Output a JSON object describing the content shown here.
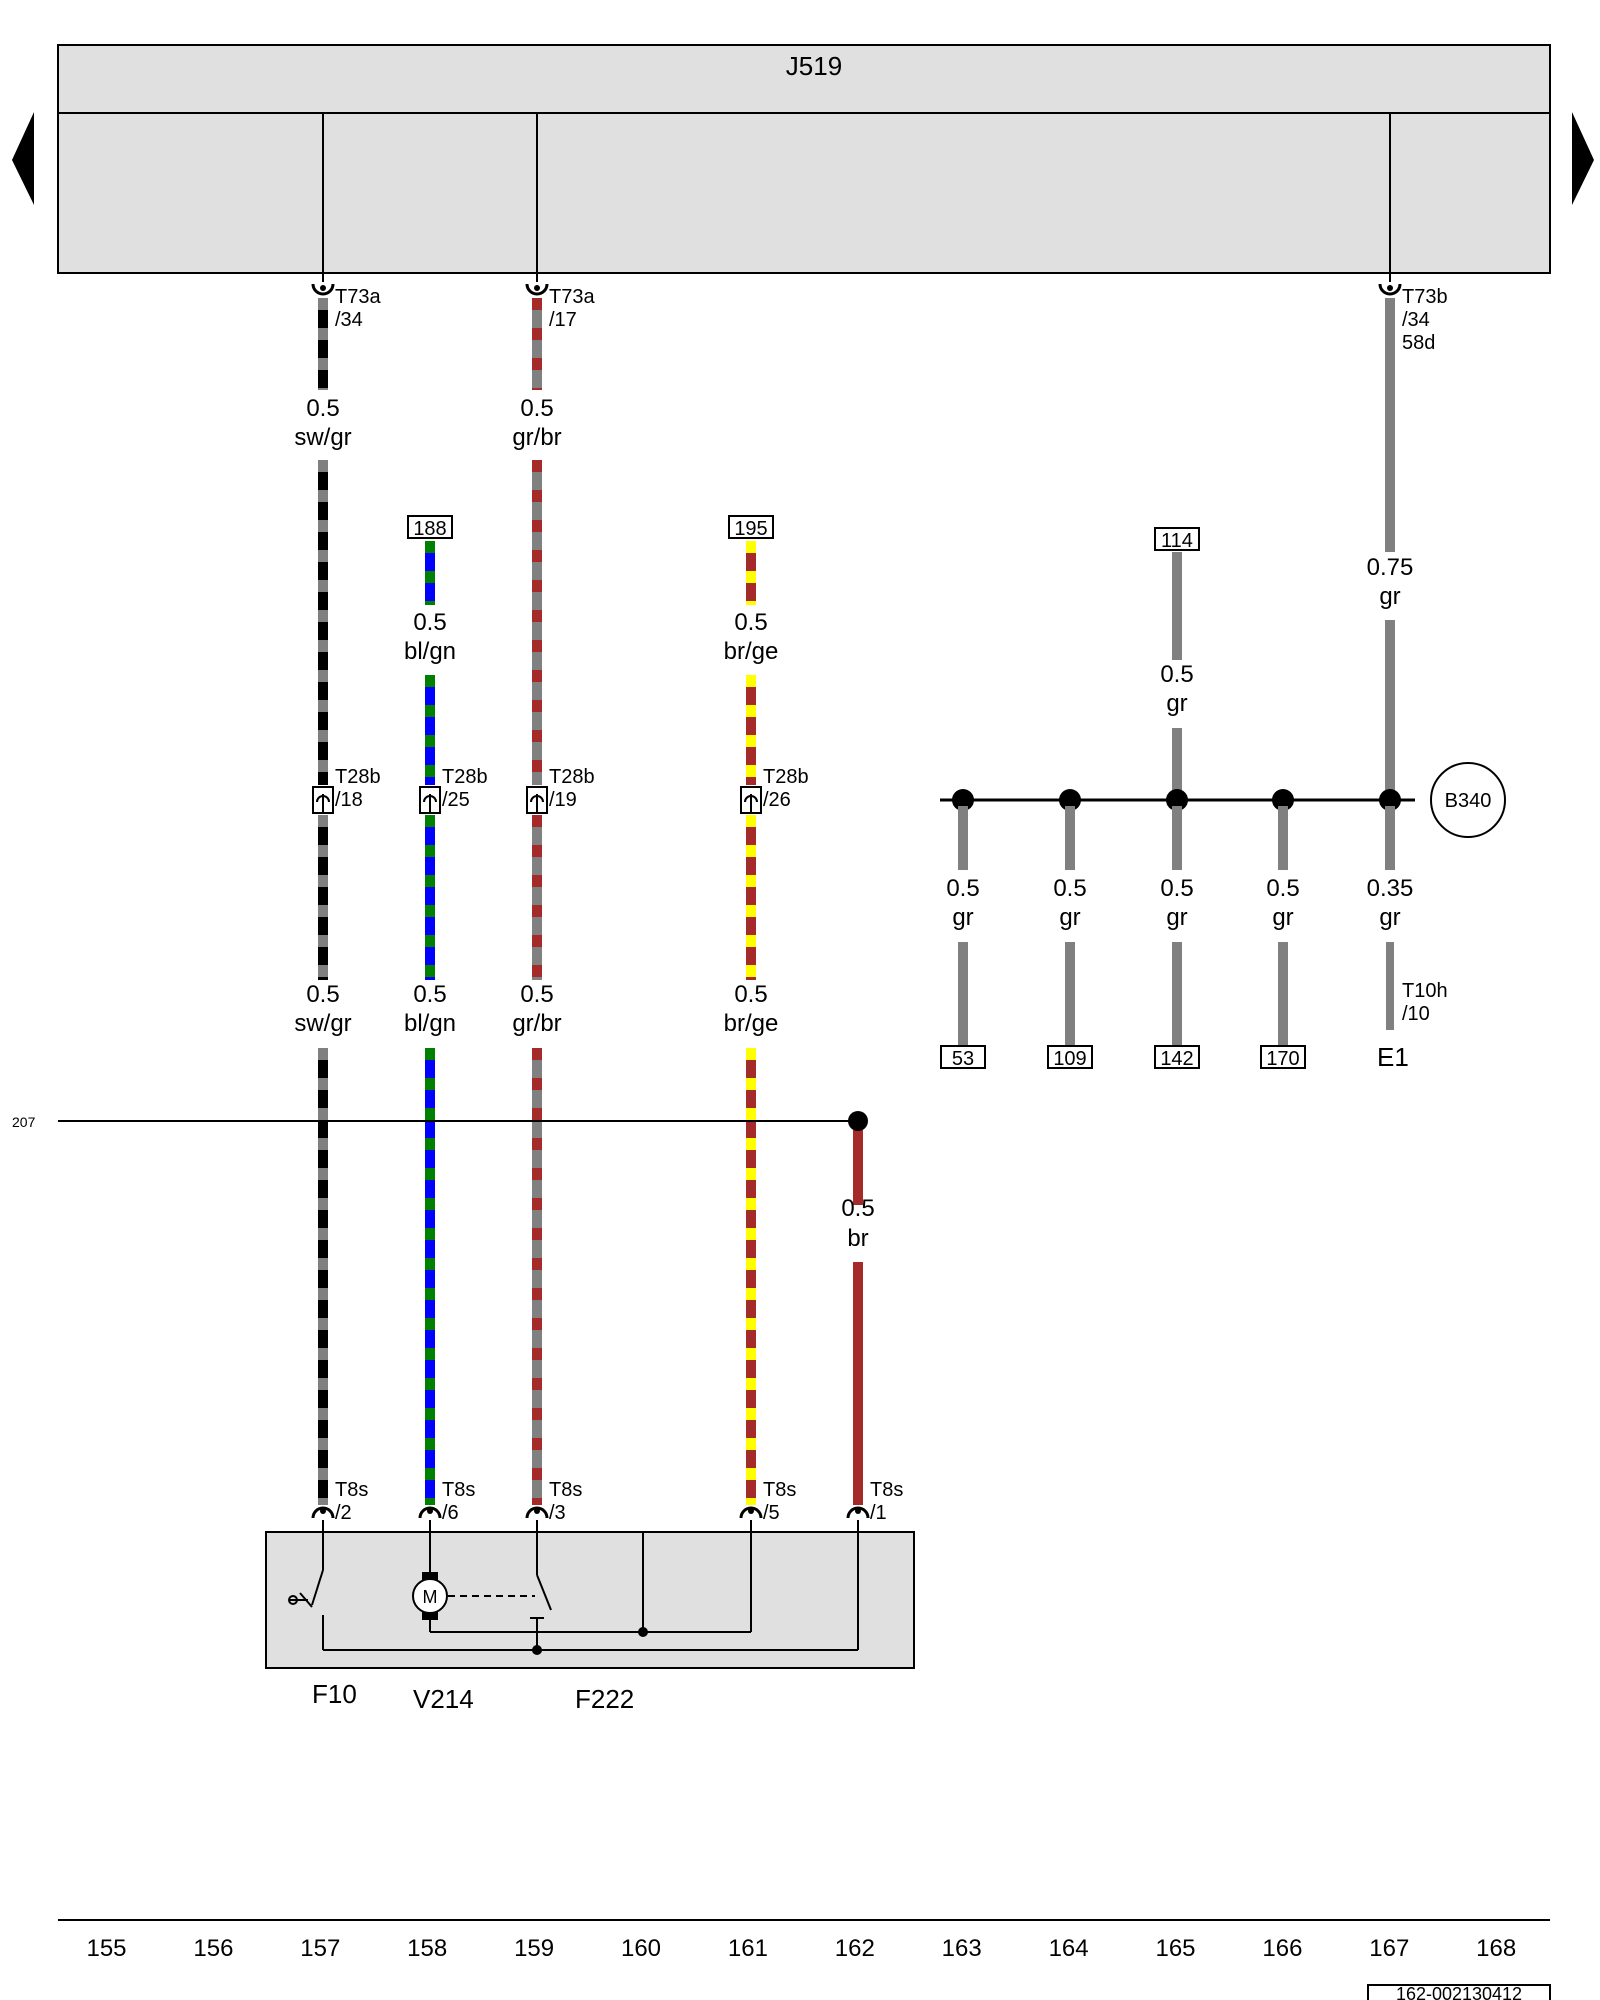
{
  "header": {
    "control_unit": "J519"
  },
  "colors": {
    "sw": "#000000",
    "gr": "#808080",
    "br": "#a52a2a",
    "bl": "#0000ff",
    "gn": "#008000",
    "ge": "#ffff00",
    "module_fill": "#e0e0e0"
  },
  "wires": [
    {
      "id": "w157",
      "column": "157",
      "top_connector": {
        "name": "T73a",
        "pin": "/34"
      },
      "upper": {
        "size": "0.5",
        "color": "sw/gr"
      },
      "mid_connector": {
        "name": "T28b",
        "pin": "/18"
      },
      "lower": {
        "size": "0.5",
        "color": "sw/gr"
      },
      "bottom_connector": {
        "name": "T8s",
        "pin": "/2"
      }
    },
    {
      "id": "w158",
      "column": "158",
      "ref": "188",
      "upper": {
        "size": "0.5",
        "color": "bl/gn"
      },
      "mid_connector": {
        "name": "T28b",
        "pin": "/25"
      },
      "lower": {
        "size": "0.5",
        "color": "bl/gn"
      },
      "bottom_connector": {
        "name": "T8s",
        "pin": "/6"
      }
    },
    {
      "id": "w159",
      "column": "159",
      "top_connector": {
        "name": "T73a",
        "pin": "/17"
      },
      "upper": {
        "size": "0.5",
        "color": "gr/br"
      },
      "mid_connector": {
        "name": "T28b",
        "pin": "/19"
      },
      "lower": {
        "size": "0.5",
        "color": "gr/br"
      },
      "bottom_connector": {
        "name": "T8s",
        "pin": "/3"
      }
    },
    {
      "id": "w161",
      "column": "161",
      "ref": "195",
      "upper": {
        "size": "0.5",
        "color": "br/ge"
      },
      "mid_connector": {
        "name": "T28b",
        "pin": "/26"
      },
      "lower": {
        "size": "0.5",
        "color": "br/ge"
      },
      "bottom_connector": {
        "name": "T8s",
        "pin": "/5"
      }
    },
    {
      "id": "w162",
      "column": "162",
      "wire": {
        "size": "0.5",
        "color": "br"
      },
      "bottom_connector": {
        "name": "T8s",
        "pin": "/1"
      }
    }
  ],
  "ground_line": {
    "label": "207"
  },
  "right_circuit": {
    "top_connector": {
      "name": "T73b",
      "pins": [
        "/34",
        "58d"
      ]
    },
    "feed_wire": {
      "size": "0.75",
      "color": "gr"
    },
    "ref_in": {
      "ref": "114",
      "size": "0.5",
      "color": "gr"
    },
    "splice": "B340",
    "branches": [
      {
        "size": "0.5",
        "color": "gr",
        "ref": "53"
      },
      {
        "size": "0.5",
        "color": "gr",
        "ref": "109"
      },
      {
        "size": "0.5",
        "color": "gr",
        "ref": "142"
      },
      {
        "size": "0.5",
        "color": "gr",
        "ref": "170"
      },
      {
        "size": "0.35",
        "color": "gr",
        "connector": {
          "name": "T10h",
          "pin": "/10"
        },
        "component": "E1"
      }
    ]
  },
  "components": {
    "switch": "F10",
    "motor": "V214",
    "motor_symbol": "M",
    "switch2": "F222"
  },
  "scale": [
    "155",
    "156",
    "157",
    "158",
    "159",
    "160",
    "161",
    "162",
    "163",
    "164",
    "165",
    "166",
    "167",
    "168"
  ],
  "diagram_id": "162-002130412"
}
